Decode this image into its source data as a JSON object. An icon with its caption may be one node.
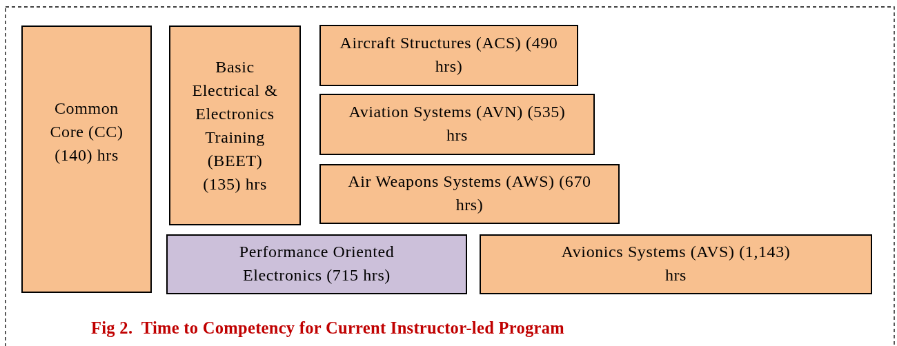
{
  "diagram": {
    "caption": "Fig 2.  Time to Competency for Current Instructor-led Program",
    "nodes": [
      {
        "text": [
          "Common Core (CC) (140) hrs"
        ]
      },
      {
        "text": [
          "Basic Electrical & Electronics Training (BEET) (135) hrs"
        ]
      },
      {
        "text": [
          "Aircraft Structures (ACS) (490 hrs)"
        ]
      },
      {
        "text": [
          "Aviation Systems (AVN) (535) hrs"
        ]
      },
      {
        "text": [
          "Air Weapons Systems (AWS) (670 hrs)"
        ]
      },
      {
        "text": [
          "Performance Oriented Electronics (715 hrs)"
        ]
      },
      {
        "text": [
          "Avionics Systems (AVS) (1,143) hrs"
        ]
      }
    ],
    "edges": []
  }
}
